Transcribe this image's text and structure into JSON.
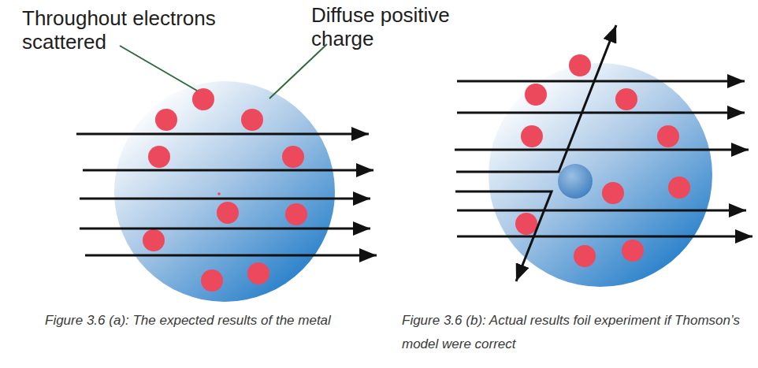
{
  "diagram": {
    "labels": [
      "Throughout electrons scattered",
      "Diffuse positive charge",
      "Figure 3.6 (a): The expected results of the metal",
      "Figure 3.6 (b): Actual results foil experiment if Thomson’s model were correct"
    ]
  }
}
